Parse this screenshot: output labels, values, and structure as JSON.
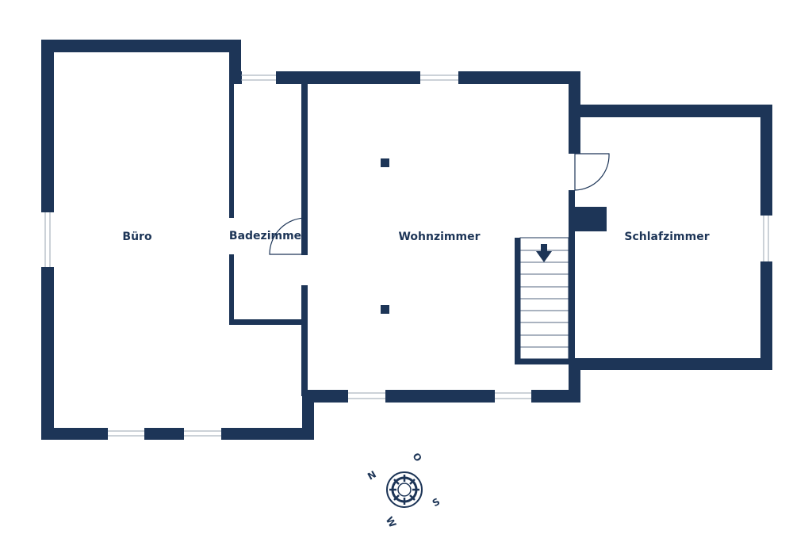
{
  "colors": {
    "wall": "#1d3557",
    "background": "#ffffff",
    "window_line": "#9aa5b1"
  },
  "rooms": [
    {
      "id": "buero",
      "label": "Büro"
    },
    {
      "id": "badezimmer",
      "label": "Badezimmer"
    },
    {
      "id": "wohnzimmer",
      "label": "Wohnzimmer"
    },
    {
      "id": "schlafzimmer",
      "label": "Schlafzimmer"
    }
  ],
  "compass": {
    "north": "N",
    "east": "O",
    "south": "S",
    "west": "W"
  },
  "icons": {
    "stairs_arrow": "arrow-down-icon",
    "compass": "compass-rose-icon"
  }
}
